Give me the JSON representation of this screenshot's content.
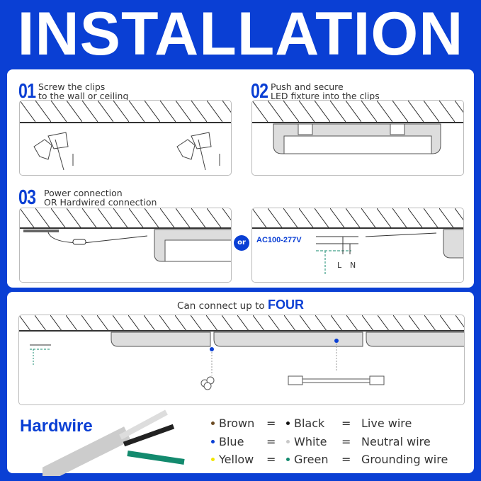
{
  "title": "INSTALLATION",
  "steps": [
    {
      "num": "01",
      "line1": "Screw the clips",
      "line2": "to the wall or ceiling"
    },
    {
      "num": "02",
      "line1": "Push and secure",
      "line2": "LED fixture into the clips"
    },
    {
      "num": "03",
      "line1": "Power connection",
      "line2": "OR Hardwired connection"
    }
  ],
  "or_label": "or",
  "voltage_label": "AC100-277V",
  "wire_labels": {
    "l": "L",
    "n": "N"
  },
  "connect": {
    "prefix": "Can connect up to",
    "emphasis": "FOUR"
  },
  "hardwire_title": "Hardwire",
  "legend": [
    {
      "a": "Brown",
      "a_color": "#6b4a22",
      "b": "Black",
      "b_color": "#111111",
      "eq": "=",
      "meaning": "Live wire"
    },
    {
      "a": "Blue",
      "a_color": "#0a3fd4",
      "b": "White",
      "b_color": "#c8c8c8",
      "eq": "=",
      "meaning": "Neutral wire"
    },
    {
      "a": "Yellow",
      "a_color": "#f2e600",
      "b": "Green",
      "b_color": "#138a6e",
      "eq": "=",
      "meaning": "Grounding wire"
    }
  ],
  "colors": {
    "brand_blue": "#0a3fd4",
    "background": "#0a3fd4"
  }
}
